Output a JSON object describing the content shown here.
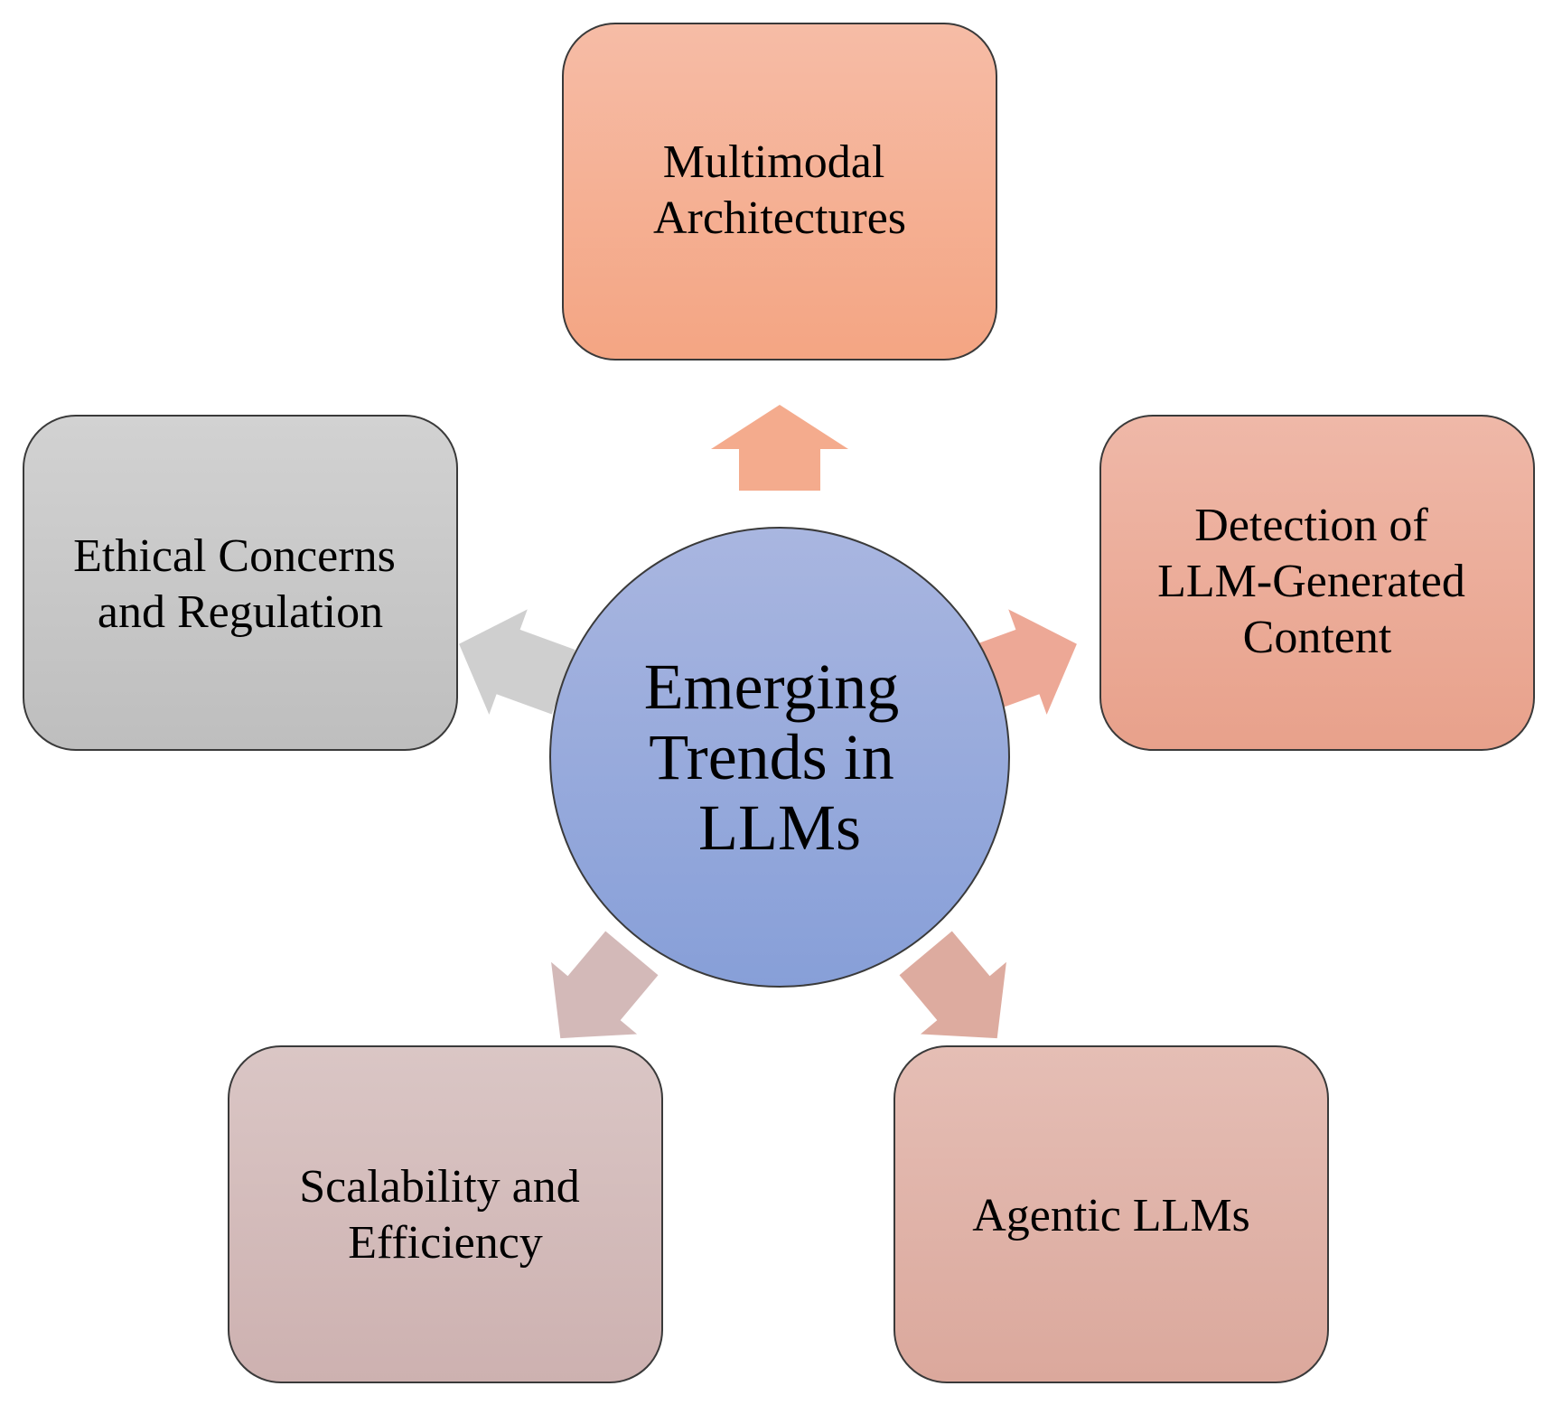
{
  "center": {
    "lines": [
      "Emerging",
      "Trends in",
      "LLMs"
    ],
    "color_top": "#a9b6e0",
    "color_bottom": "#879fd8"
  },
  "nodes": [
    {
      "id": "multimodal",
      "lines": [
        "Multimodal",
        "Architectures"
      ],
      "color_top": "#f6bca6",
      "color_bottom": "#f4a583"
    },
    {
      "id": "detection",
      "lines": [
        "Detection of",
        "LLM-Generated",
        "Content"
      ],
      "color_top": "#efb8a8",
      "color_bottom": "#e8a18b"
    },
    {
      "id": "agentic",
      "lines": [
        "Agentic LLMs"
      ],
      "color_top": "#e5beb5",
      "color_bottom": "#dba89c"
    },
    {
      "id": "scalability",
      "lines": [
        "Scalability and",
        "Efficiency"
      ],
      "color_top": "#dac6c5",
      "color_bottom": "#cdb1b0"
    },
    {
      "id": "ethical",
      "lines": [
        "Ethical Concerns",
        "and Regulation"
      ],
      "color_top": "#d2d2d2",
      "color_bottom": "#bebebe"
    }
  ],
  "arrow_colors": {
    "multimodal": "#f4ab8d",
    "detection": "#eda896",
    "agentic": "#ddab9f",
    "scalability": "#d3b9b8",
    "ethical": "#cfcfcf"
  }
}
